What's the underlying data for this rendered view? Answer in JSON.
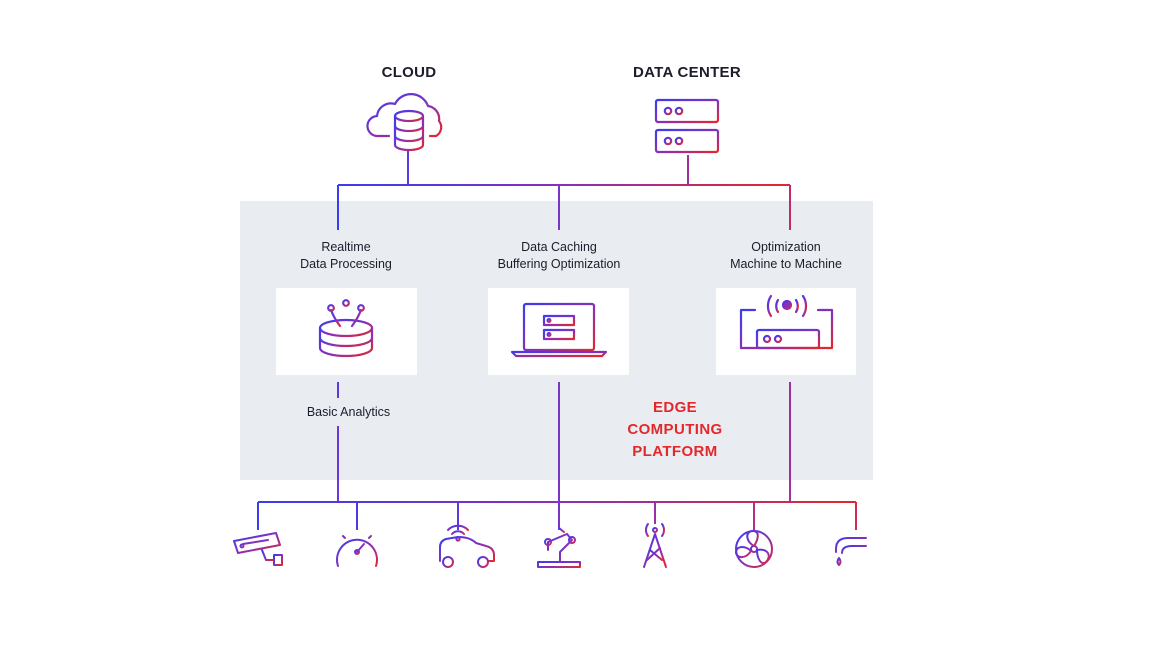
{
  "top": {
    "cloud_label": "CLOUD",
    "datacenter_label": "DATA CENTER"
  },
  "nodes": [
    {
      "line1": "Realtime",
      "line2": "Data Processing",
      "icon": "database-sparkle-icon"
    },
    {
      "line1": "Data Caching",
      "line2": "Buffering Optimization",
      "icon": "laptop-server-icon"
    },
    {
      "line1": "Optimization",
      "line2": "Machine to Machine",
      "icon": "router-icon"
    }
  ],
  "basic_analytics": "Basic Analytics",
  "platform": {
    "line1": "EDGE",
    "line2": "COMPUTING",
    "line3": "PLATFORM"
  },
  "devices": [
    "security-camera-icon",
    "speedometer-icon",
    "connected-car-icon",
    "robot-arm-icon",
    "cell-tower-icon",
    "fan-icon",
    "faucet-icon"
  ],
  "colors": {
    "blue": "#3a3df0",
    "purple": "#8a2fb8",
    "red": "#e3282c",
    "panel": "#e9edf1"
  }
}
